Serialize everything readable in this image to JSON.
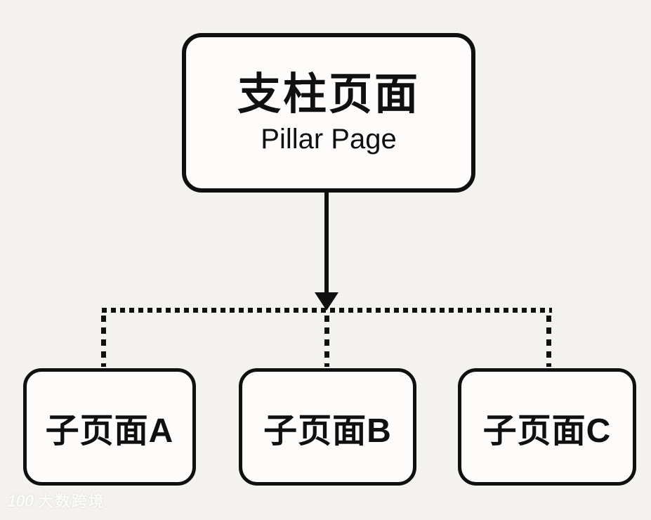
{
  "diagram": {
    "colors": {
      "background": "#f4f2ee",
      "stroke": "#101010",
      "box_fill": "#fdfcfa"
    },
    "pillar": {
      "title_zh": "支柱页面",
      "title_en": "Pillar Page"
    },
    "children": [
      {
        "label": "子页面A"
      },
      {
        "label": "子页面B"
      },
      {
        "label": "子页面C"
      }
    ],
    "watermark": {
      "logo": "100",
      "text": "大数跨境"
    }
  }
}
